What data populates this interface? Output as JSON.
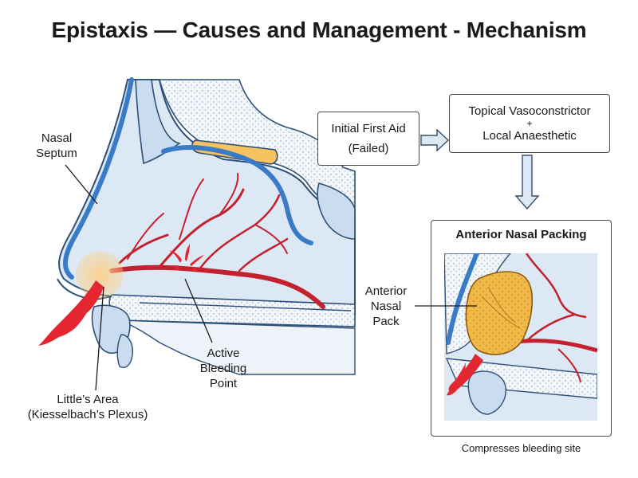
{
  "title": "Epistaxis — Causes and Management - Mechanism",
  "labels": {
    "nasal_septum": [
      "Nasal",
      "Septum"
    ],
    "littles_area": [
      "Little’s Area",
      "(Kiesselbach’s Plexus)"
    ],
    "active_bleeding": [
      "Active",
      "Bleeding",
      "Point"
    ],
    "anterior_pack": [
      "Anterior",
      "Nasal",
      "Pack"
    ]
  },
  "flow": {
    "first_aid": [
      "Initial First Aid",
      "(Failed)"
    ],
    "vasoconstrictor": [
      "Topical Vasoconstrictor",
      "+",
      "Local Anaesthetic"
    ],
    "packing_title": "Anterior Nasal Packing",
    "packing_caption": "Compresses bleeding site"
  },
  "colors": {
    "mucosa": "#dce9f5",
    "outline": "#2e4f78",
    "septum_blue": "#3a7bc8",
    "artery": "#c4212e",
    "blood": "#e3262f",
    "bone_dots": "#f1f4f8",
    "cartilage": "#f6c360",
    "pack": "#f0b94a",
    "highlight": "#fbd08a",
    "arrow_fill": "#dce9f5"
  }
}
